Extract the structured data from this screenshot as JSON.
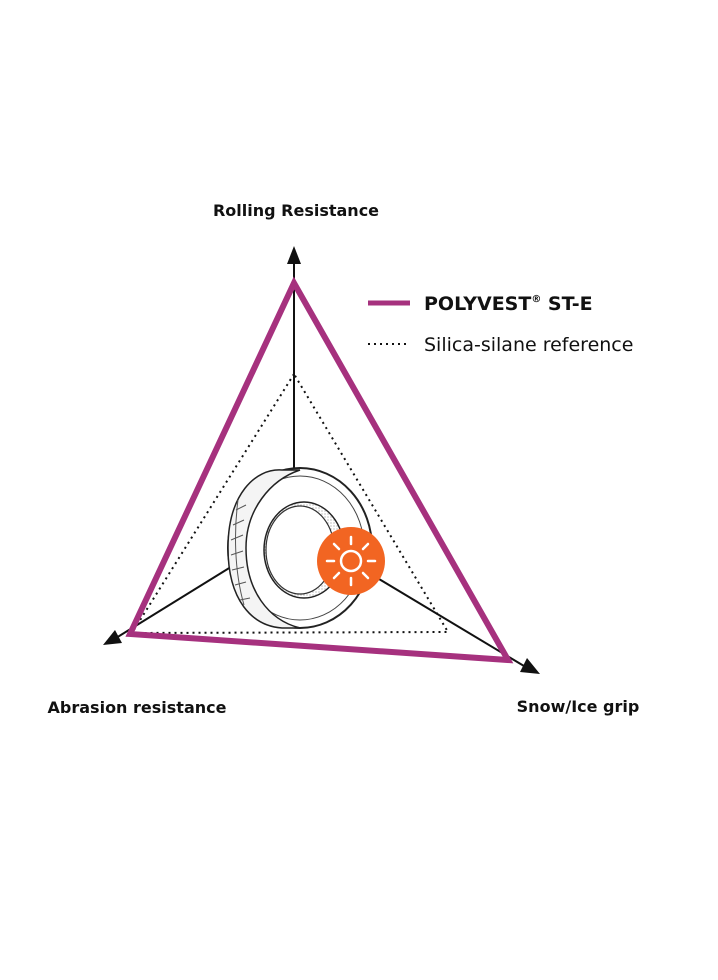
{
  "axes": {
    "top": "Rolling Resistance",
    "left": "Abrasion resistance",
    "right": "Snow/Ice grip"
  },
  "legend": {
    "items": [
      {
        "label": "POLYVEST",
        "superscript": "®",
        "suffix": " ST-E",
        "style": "solid",
        "color": "#A6317E"
      },
      {
        "label": "Silica-silane reference",
        "style": "dotted",
        "color": "#111111"
      }
    ]
  },
  "colors": {
    "polyvest": "#A6317E",
    "reference": "#111111",
    "badge": "#F26522",
    "axis": "#111111"
  },
  "icons": {
    "center": "tire-icon",
    "badge": "sun-icon"
  }
}
